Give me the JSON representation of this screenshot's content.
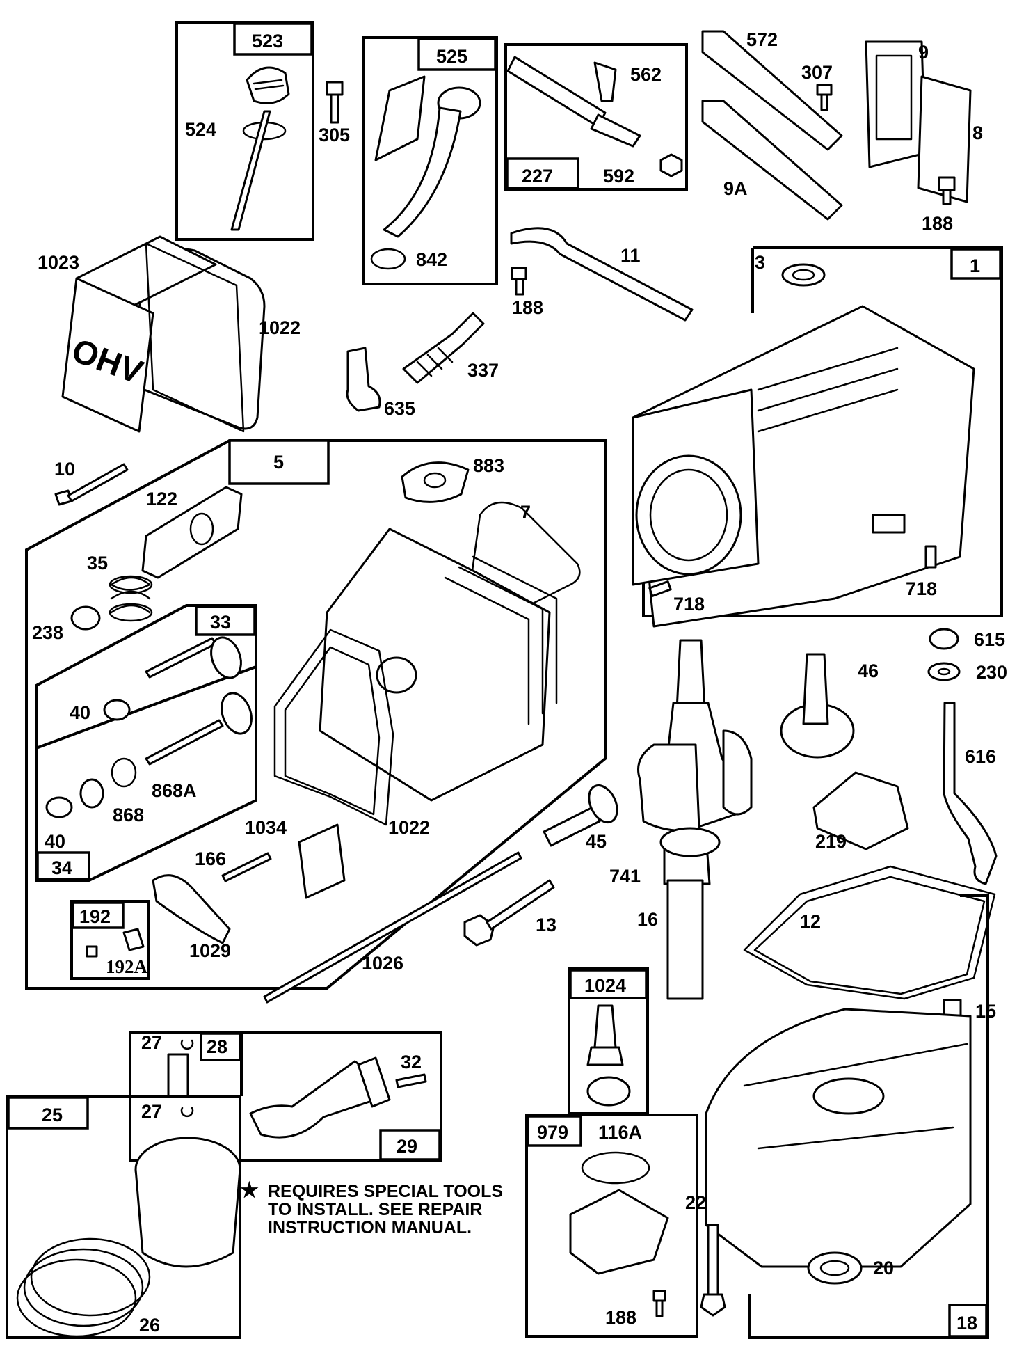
{
  "labels": {
    "l523": "523",
    "l524": "524",
    "l305": "305",
    "l525": "525",
    "l842": "842",
    "l562": "562",
    "l227": "227",
    "l592": "592",
    "l572": "572",
    "l307": "307",
    "l9": "9",
    "l8": "8",
    "l9a": "9A",
    "l188a": "188",
    "l1023": "1023",
    "l1022a": "1022",
    "l188b": "188",
    "l11": "11",
    "l337": "337",
    "l635": "635",
    "l3": "3",
    "l1": "1",
    "l10": "10",
    "l5": "5",
    "l883": "883",
    "l122": "122",
    "l7": "7",
    "l35": "35",
    "l238": "238",
    "l33": "33",
    "l40a": "40",
    "l868a": "868A",
    "l868": "868",
    "l40b": "40",
    "l34": "34",
    "l1034": "1034",
    "l1022b": "1022",
    "l166": "166",
    "l192": "192",
    "l192a": "192A",
    "l1029": "1029",
    "l1026": "1026",
    "l45": "45",
    "l13": "13",
    "l718a": "718",
    "l718b": "718",
    "l615": "615",
    "l230": "230",
    "l46": "46",
    "l616": "616",
    "l219": "219",
    "l741": "741",
    "l16": "16",
    "l12": "12",
    "l1024": "1024",
    "l15": "15",
    "l27a": "27",
    "l28": "28",
    "l32": "32",
    "l25": "25",
    "l27b": "27",
    "l29": "29",
    "l26": "26",
    "l979": "979",
    "l116a": "116A",
    "l188c": "188",
    "l22": "22",
    "l20": "20",
    "l18": "18"
  },
  "note": {
    "star": "★",
    "line1": "REQUIRES SPECIAL TOOLS",
    "line2": "TO INSTALL.  SEE REPAIR",
    "line3": "INSTRUCTION MANUAL."
  },
  "icons": {
    "valve-cover": "ohv-cover-icon",
    "cylinder": "cylinder-block-icon",
    "crankshaft": "crankshaft-icon",
    "sump": "sump-icon"
  },
  "cover_text": "OHV"
}
